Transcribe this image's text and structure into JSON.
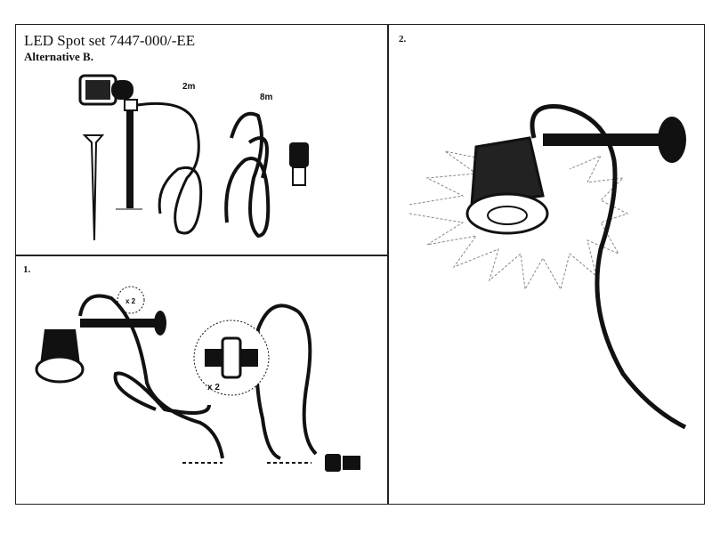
{
  "header": {
    "title": "LED Spot set 7447-000/-EE",
    "subtitle": "Alternative B."
  },
  "panel_a": {
    "cable_short": "2m",
    "cable_long": "8m"
  },
  "step1": {
    "number": "1.",
    "screw_count": "x 2",
    "connector_count": "x 2"
  },
  "step2": {
    "number": "2."
  }
}
